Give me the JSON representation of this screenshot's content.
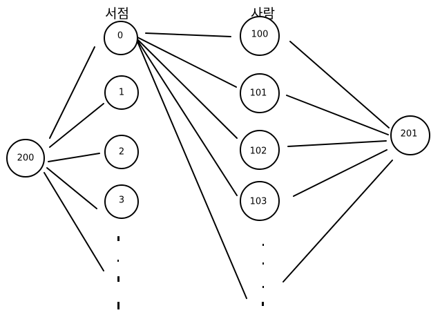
{
  "headings": {
    "bookstores": "서점",
    "people": "사람"
  },
  "nodes": {
    "n200": "200",
    "n0": "0",
    "n1": "1",
    "n2": "2",
    "n3": "3",
    "n100": "100",
    "n101": "101",
    "n102": "102",
    "n103": "103",
    "n201": "201"
  }
}
